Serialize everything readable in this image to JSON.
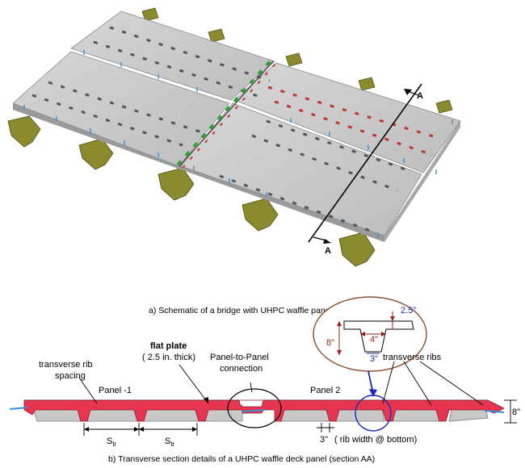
{
  "figure_a": {
    "caption": "a) Schematic of a bridge with UHPC waffle panel",
    "section_marker_top": "A",
    "section_marker_bottom": "A"
  },
  "figure_b": {
    "caption": "b) Transverse section details of a UHPC waffle deck panel (section AA)",
    "labels": {
      "rib_spacing_line1": "transverse rib",
      "rib_spacing_line2": "spacing",
      "panel1": "Panel -1",
      "panel2": "Panel 2",
      "flat_plate_line1": "flat plate",
      "flat_plate_line2": "( 2.5 in. thick)",
      "connection_line1": "Panel-to-Panel",
      "connection_line2": "connection",
      "transverse_ribs": "transverse ribs",
      "str_main": "S",
      "str_sub": "tr",
      "rib_width_value": "3\"",
      "rib_width_note": "( rib width @ bottom)",
      "depth_total": "8\""
    },
    "detail": {
      "top_plate": "2.5\"",
      "rib_top": "4\"",
      "rib_bottom": "3\"",
      "depth": "8\""
    }
  },
  "colors": {
    "deck": "#c8c8c8",
    "girder": "#8b8b2e",
    "uhpc_red": "#e8354f",
    "connector_green": "#22a52a",
    "dimension_blue": "#1b2db8",
    "dimension_red": "#9b1c1c"
  }
}
